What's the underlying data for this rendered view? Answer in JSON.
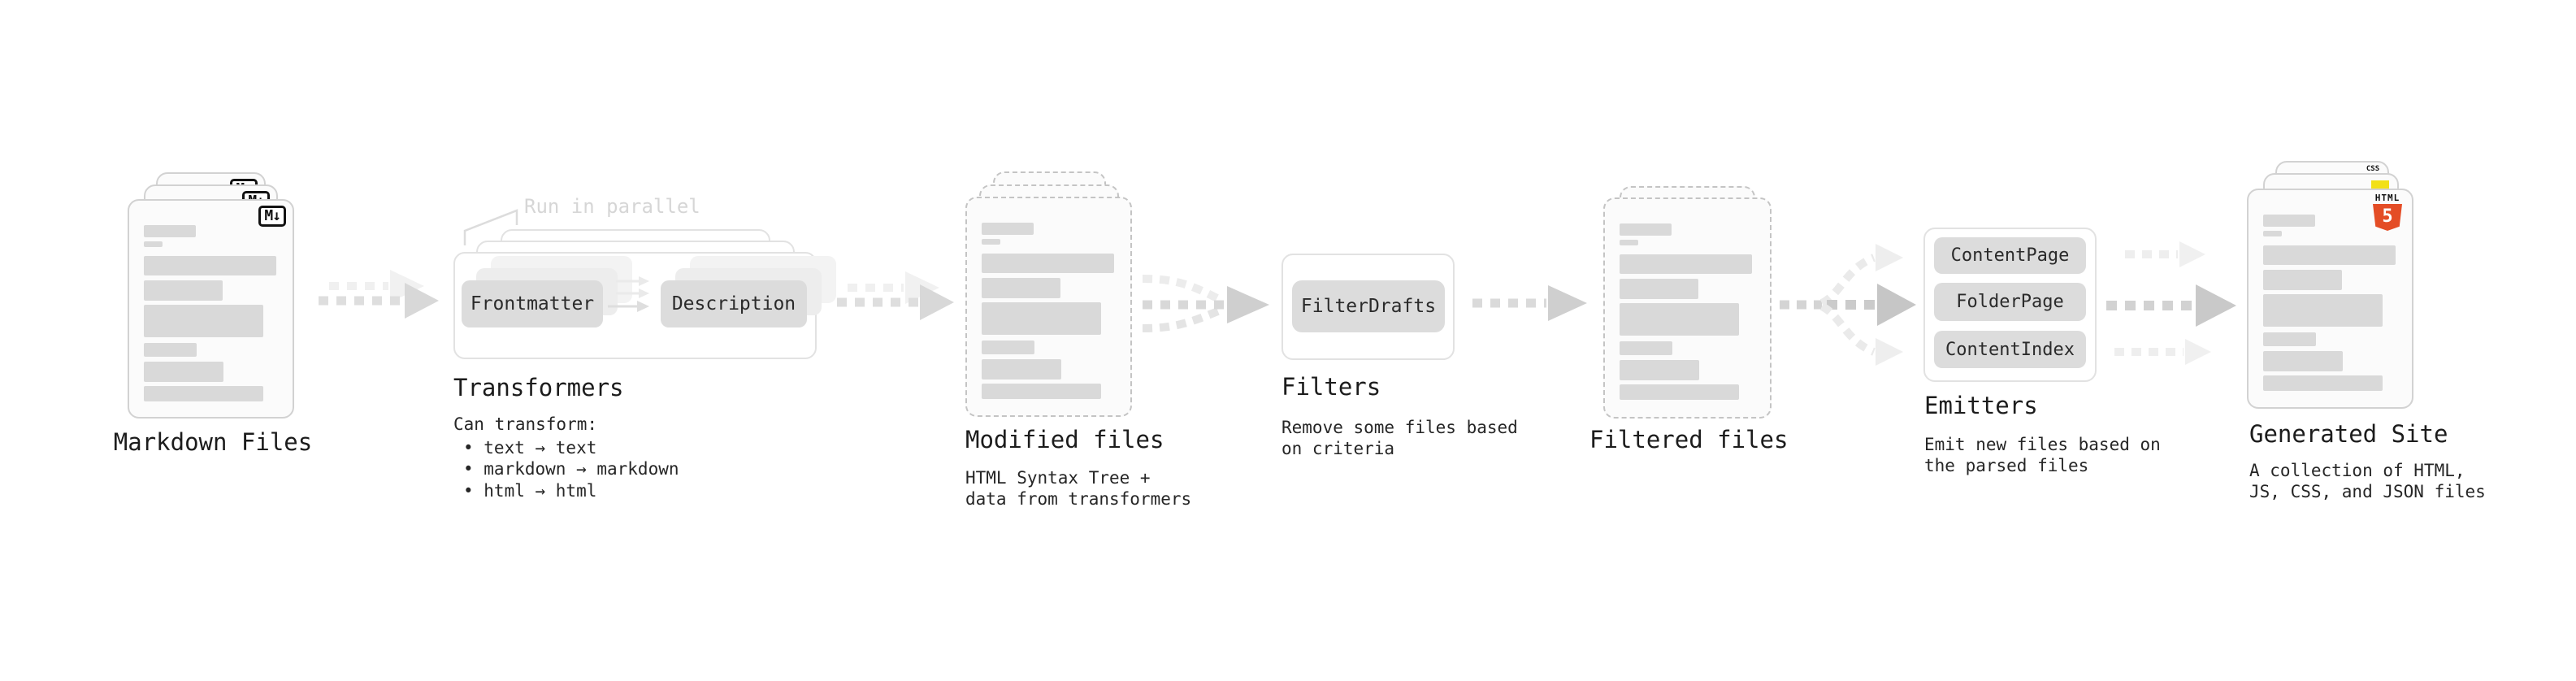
{
  "colors": {
    "html5_orange": "#e44d26",
    "js_yellow": "#f2e018",
    "css_blue": "#2965f1",
    "bar_gray": "#d9d9d9",
    "text_dark": "#1c1c1c",
    "muted_note": "#d6d6d6"
  },
  "stages": {
    "markdown_files": {
      "label": "Markdown Files",
      "badge": "M↓"
    },
    "transformers": {
      "note": "Run in parallel",
      "buttons": [
        "Frontmatter",
        "Description"
      ],
      "title": "Transformers",
      "subtitle": "Can transform:",
      "bullets": [
        "• text → text",
        "• markdown → markdown",
        "• html → html"
      ]
    },
    "modified_files": {
      "label": "Modified files",
      "desc": [
        "HTML Syntax Tree +",
        "data from transformers"
      ]
    },
    "filters": {
      "title": "Filters",
      "buttons": [
        "FilterDrafts"
      ],
      "desc": [
        "Remove some files based",
        "on criteria"
      ]
    },
    "filtered_files": {
      "label": "Filtered files"
    },
    "emitters": {
      "title": "Emitters",
      "buttons": [
        "ContentPage",
        "FolderPage",
        "ContentIndex"
      ],
      "desc": [
        "Emit new files based on",
        "the parsed files"
      ]
    },
    "generated_site": {
      "label": "Generated Site",
      "desc": [
        "A collection of HTML,",
        "JS, CSS, and JSON files"
      ],
      "html5_word": "HTML",
      "html5_number": "5",
      "css_label": "CSS"
    }
  }
}
